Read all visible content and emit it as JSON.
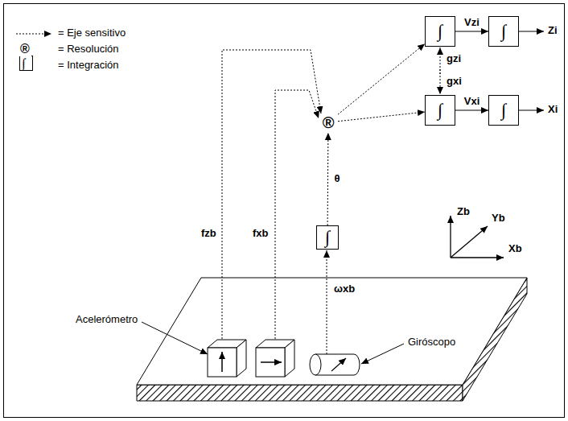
{
  "diagram": {
    "nodes": [
      {
        "text": [
          "∫"
        ]
      },
      {
        "text": [
          "∫"
        ]
      },
      {
        "text": [
          "∫"
        ]
      },
      {
        "text": [
          "∫"
        ]
      },
      {
        "text": [
          "®"
        ]
      },
      {
        "text": [
          "∫"
        ]
      }
    ],
    "edges": [
      {
        "from": 4,
        "to": 0,
        "arrow": "to"
      },
      {
        "from": 0,
        "to": 1,
        "label": "Vzi",
        "arrow": "to"
      },
      {
        "from": 4,
        "to": 2,
        "arrow": "to"
      },
      {
        "from": 2,
        "to": 3,
        "label": "Vxi",
        "arrow": "to"
      },
      {
        "from": 5,
        "to": 4,
        "label": "θ",
        "arrow": "to"
      }
    ],
    "labels": [
      "Acelerómetro",
      "Giróscopo",
      "fzb",
      "fxb",
      "ωxb",
      "gzi",
      "gxi",
      "Zi",
      "Xi",
      "Zb",
      "Yb",
      "Xb",
      "®",
      "∫"
    ],
    "legend": [
      {
        "text": "= Eje sensitivo"
      },
      {
        "text": "= Resolución"
      },
      {
        "text": "= Integración"
      }
    ]
  }
}
